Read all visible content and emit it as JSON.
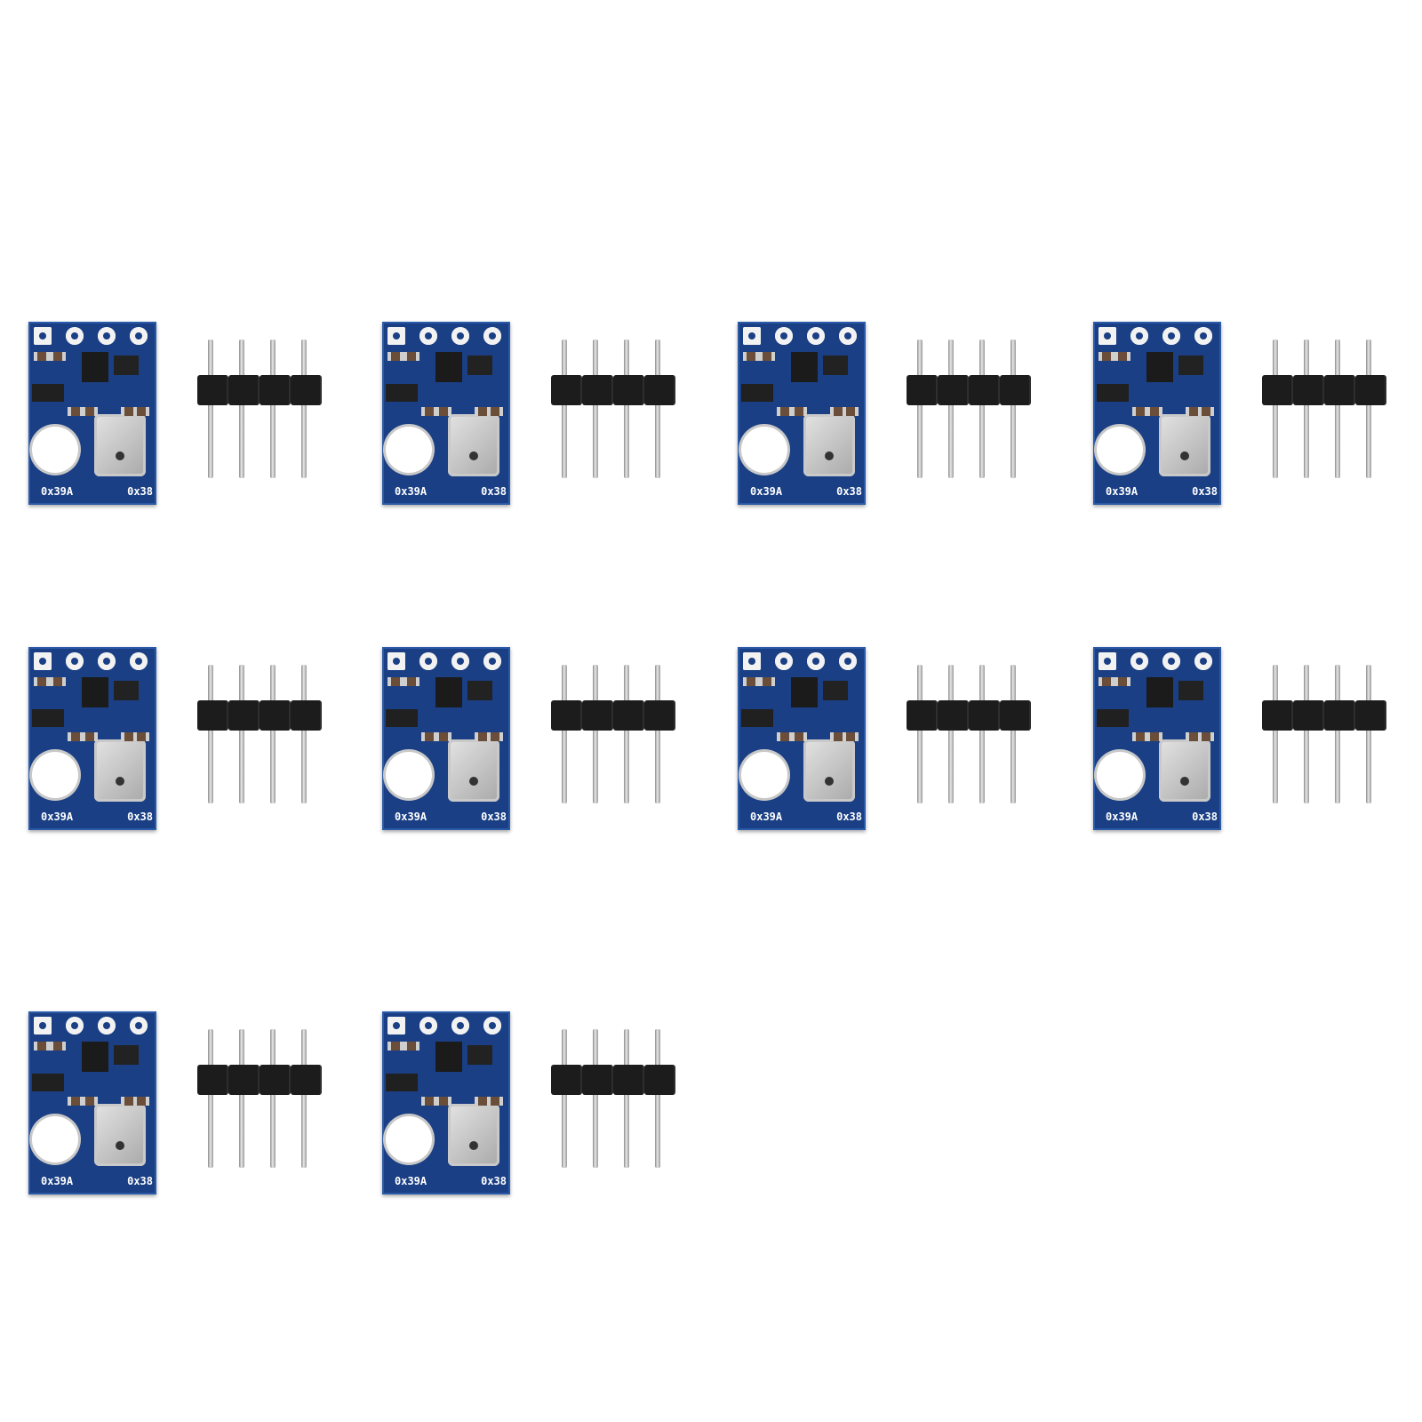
{
  "image": {
    "description_items": "grid of sensor breakout boards each paired with a 4-pin header",
    "board": {
      "address_label_left": "0x39A",
      "address_label_right": "0x38",
      "pcb_color": "#1a3f84"
    },
    "count": 10
  }
}
